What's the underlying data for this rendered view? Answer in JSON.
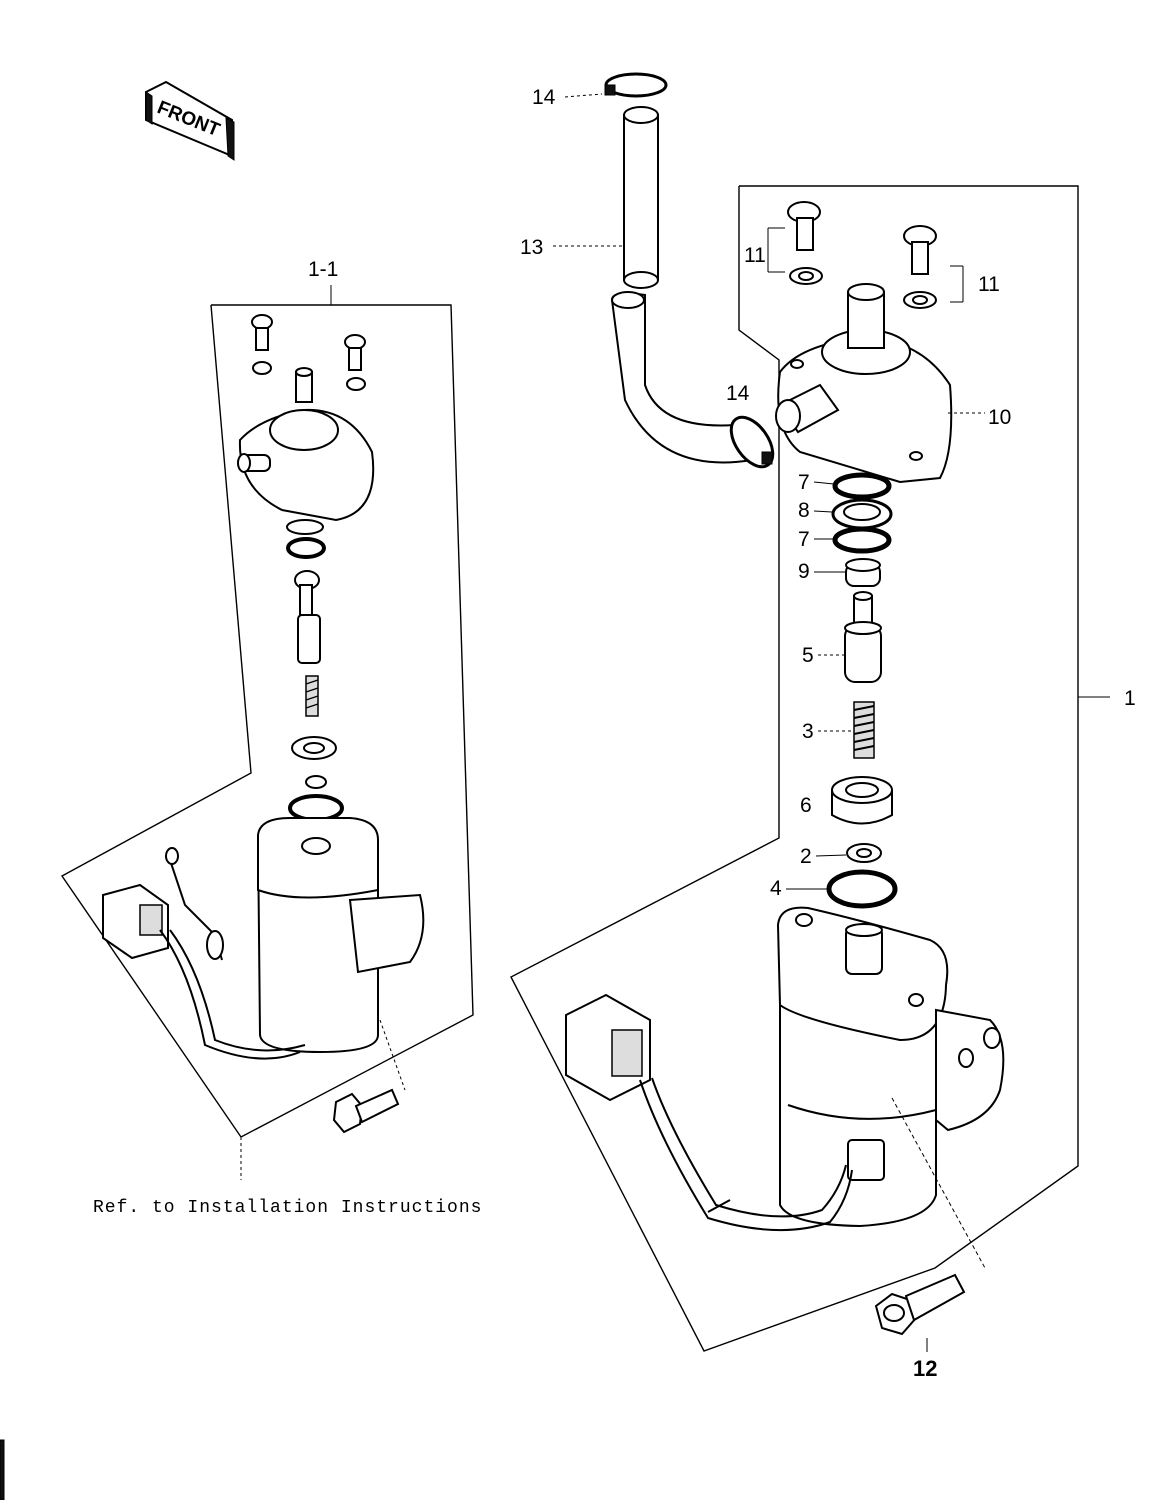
{
  "front_badge": {
    "label": "FRONT"
  },
  "callouts": {
    "assembly": "1",
    "assembly_alt": "1-1",
    "washer": "2",
    "spring": "3",
    "o_ring_large": "4",
    "plunger": "5",
    "seat": "6",
    "o_ring_top": "7",
    "o_ring_bottom": "7",
    "ring": "8",
    "valve": "9",
    "cover": "10",
    "screws_left": "11",
    "screws_right": "11",
    "bolt": "12",
    "hose": "13",
    "clamp_top": "14",
    "clamp_mid": "14"
  },
  "note": "Ref. to Installation Instructions"
}
